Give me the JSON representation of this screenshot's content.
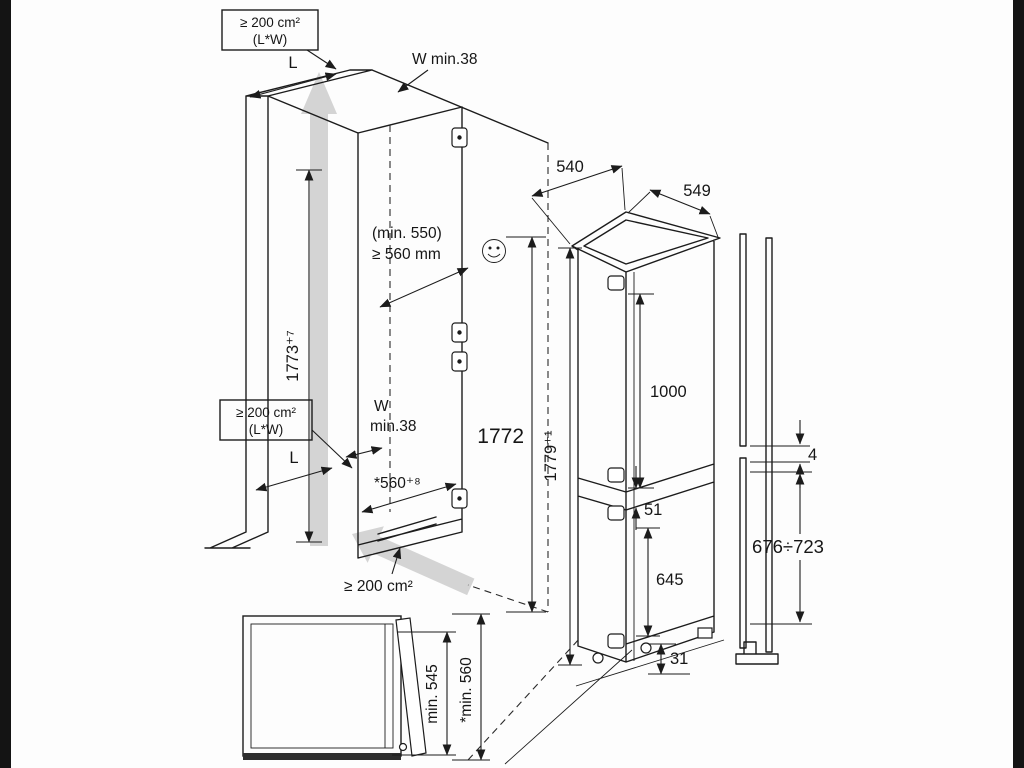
{
  "meta": {
    "description": "Built-in fridge-freezer niche installation dimension drawing"
  },
  "colors": {
    "line": "#1c1c1c",
    "background": "#fdfdfd",
    "airflow_arrow": "#c9c9c9",
    "letterbox": "#141414"
  },
  "icons": {
    "smiley": "smiley-face ☺"
  },
  "labels": {
    "vent_top_l1": "≥ 200 cm²",
    "vent_top_l2": "(L*W)",
    "length_top": "L",
    "wall_top": "W min.38",
    "niche_height": "1773⁺⁷",
    "vent_mid_l1": "≥ 200 cm²",
    "vent_mid_l2": "(L*W)",
    "length_mid": "L",
    "wall_mid_l1": "W",
    "wall_mid_l2": "min.38",
    "depth_base": "*560⁺⁸",
    "vent_bottom": "≥ 200 cm²",
    "niche_inner_height": "1772",
    "depth_min": "(min. 550)",
    "depth_rec": "≥ 560 mm",
    "appliance_width": "540",
    "appliance_depth": "549",
    "appliance_height": "1779⁺¹",
    "fridge_compartment": "1000",
    "divider": "51",
    "freezer_compartment": "645",
    "plinth": "31",
    "door_gap": "4",
    "door_panel_range": "676÷723",
    "door_min_depth": "min. 545",
    "door_min_depth_star": "*min. 560"
  }
}
